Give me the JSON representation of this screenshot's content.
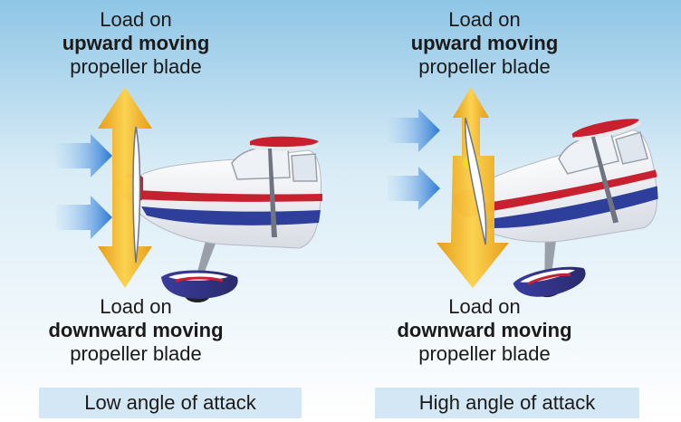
{
  "left_panel": {
    "top_label": {
      "line1": "Load on",
      "line2": "upward moving",
      "line3": "propeller blade"
    },
    "bottom_label": {
      "line1": "Load on",
      "line2": "downward moving",
      "line3": "propeller blade"
    },
    "caption": "Low angle of attack"
  },
  "right_panel": {
    "top_label": {
      "line1": "Load on",
      "line2": "upward moving",
      "line3": "propeller blade"
    },
    "bottom_label": {
      "line1": "Load on",
      "line2": "downward moving",
      "line3": "propeller blade"
    },
    "caption": "High angle of attack"
  },
  "colors": {
    "arrow_gold": "#f2b322",
    "airflow_blue": "#2f7fd8",
    "stripe_red": "#c8202f",
    "stripe_blue": "#2d3f9a"
  }
}
